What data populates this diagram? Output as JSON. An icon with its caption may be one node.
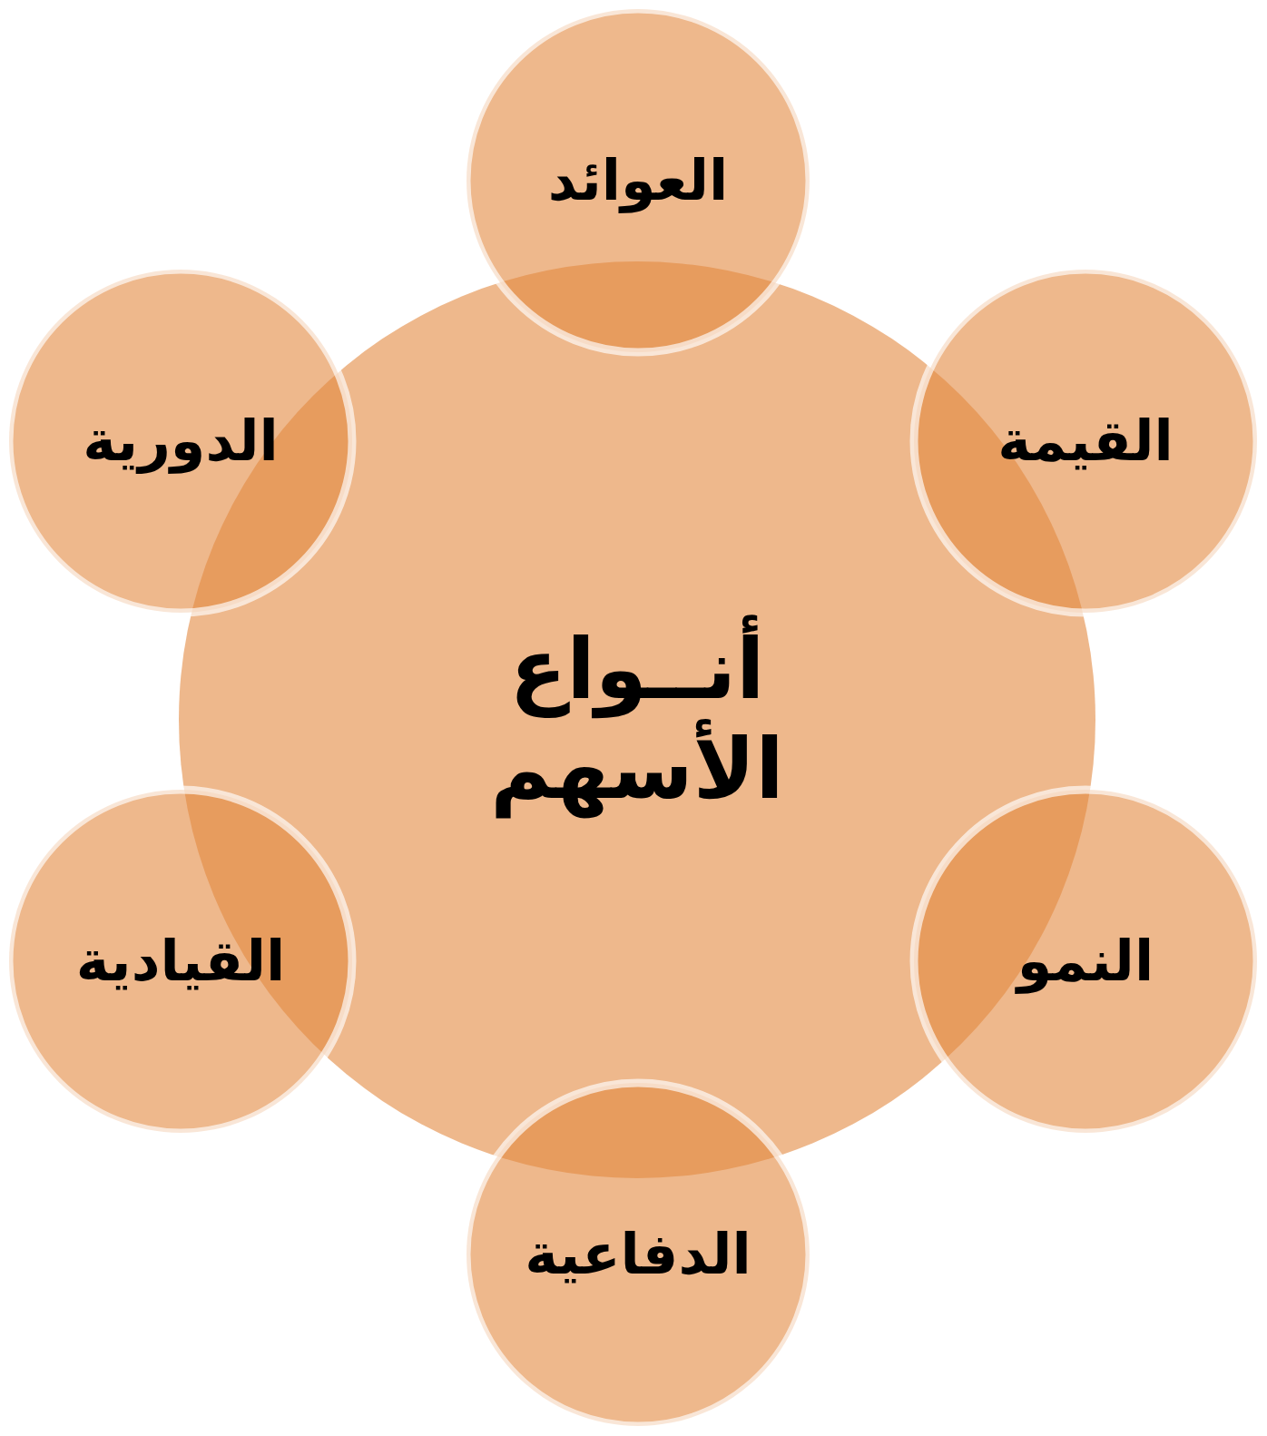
{
  "diagram": {
    "nodes": [
      {
        "text": [
          "أنــواع الأسهم"
        ]
      },
      {
        "text": [
          "العوائد"
        ]
      },
      {
        "text": [
          "القيمة"
        ]
      },
      {
        "text": [
          "النمو"
        ]
      },
      {
        "text": [
          "الدفاعية"
        ]
      },
      {
        "text": [
          "القيادية"
        ]
      },
      {
        "text": [
          "الدورية"
        ]
      }
    ]
  }
}
